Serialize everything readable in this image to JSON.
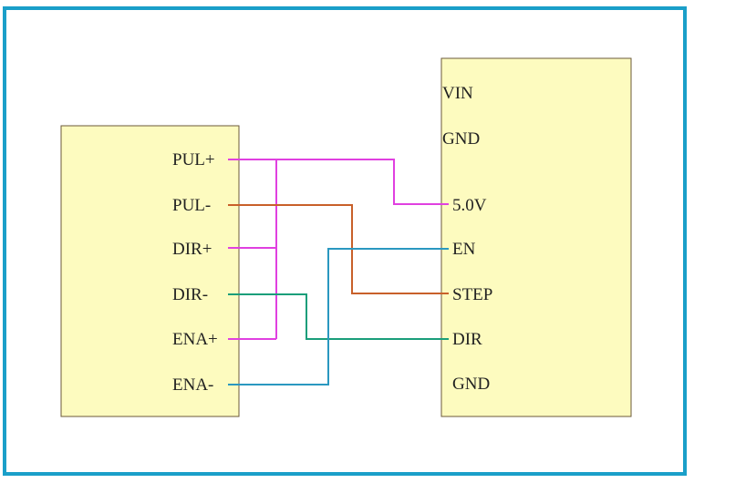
{
  "colors": {
    "frame": "#1a9fc9",
    "box_fill": "#fdfbbf",
    "box_stroke": "#6b5a3a",
    "wire_pul_plus": "#e040e0",
    "wire_pul_minus": "#c8602a",
    "wire_dir_minus": "#1a9e7a",
    "wire_ena_minus": "#2a98c0"
  },
  "left_box": {
    "pins": [
      "PUL+",
      "PUL-",
      "DIR+",
      "DIR-",
      "ENA+",
      "ENA-"
    ]
  },
  "right_box": {
    "pins": [
      "VIN",
      "GND",
      "5.0V",
      "EN",
      "STEP",
      "DIR",
      "GND"
    ]
  }
}
